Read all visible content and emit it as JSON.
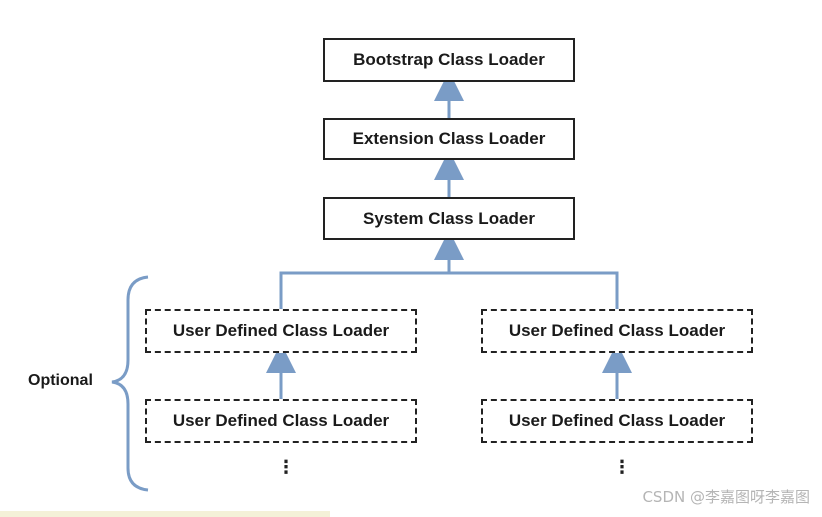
{
  "nodes": {
    "bootstrap": "Bootstrap Class Loader",
    "extension": "Extension Class Loader",
    "system": "System Class Loader",
    "user_left_top": "User Defined Class Loader",
    "user_left_bottom": "User Defined Class Loader",
    "user_right_top": "User Defined Class Loader",
    "user_right_bottom": "User Defined Class Loader"
  },
  "optional_label": "Optional",
  "ellipsis": "⋮",
  "watermark": "CSDN @李嘉图呀李嘉图",
  "colors": {
    "arrow": "#7a9cc6",
    "border": "#222222",
    "text": "#1a1a1a"
  }
}
